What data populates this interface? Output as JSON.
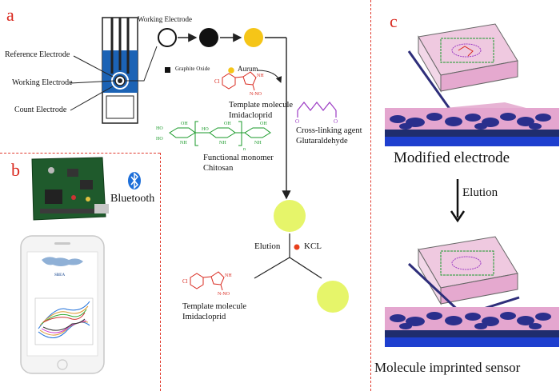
{
  "panel_a": {
    "letter": "a",
    "reference_electrode": "Reference Electrode",
    "working_electrode_left": "Working Electrode",
    "count_electrode": "Count Electrode",
    "working_electrode_top": "Working Electrode",
    "graphite_oxide": "Graphite Oxide",
    "aurum": "Aurum",
    "template_molecule_1": "Template molecule",
    "imidacloprid_1": "Imidacloprid",
    "crosslinking_agent": "Cross-linking agent",
    "glutaraldehyde": "Glutaraldehyde",
    "functional_monomer": "Functional monomer",
    "chitosan": "Chitosan",
    "elution": "Elution",
    "kcl": "KCL",
    "template_molecule_2": "Template molecule",
    "imidacloprid_2": "Imidacloprid"
  },
  "panel_b": {
    "letter": "b",
    "bluetooth": "Bluetooth",
    "phone_brand": "SBEA"
  },
  "panel_c": {
    "letter": "c",
    "modified_electrode": "Modified electrode",
    "elution": "Elution",
    "imprinted_sensor": "Molecule imprinted sensor"
  },
  "colors": {
    "dashed_border": "#e03a2e",
    "panel_letter": "#d9281e",
    "electrode_blue": "#1c63b5",
    "aurum_yellow": "#f5c518",
    "mip_yellow": "#e6f56a",
    "graphite_black": "#111111",
    "kcl_red": "#e8401c",
    "molecule_red": "#d9281e",
    "chitosan_green": "#1a9a2a",
    "glutaraldehyde_purple": "#9c3cc4",
    "layer_pink": "#e6a0c8",
    "layer_navy": "#2a2f8c",
    "layer_blue": "#1f3ab5"
  }
}
